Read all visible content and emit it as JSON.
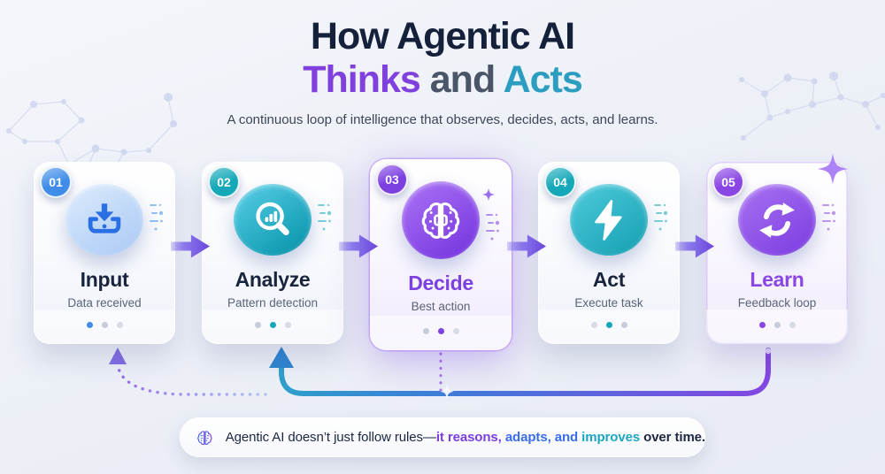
{
  "header": {
    "title_line1": "How Agentic AI",
    "title_line2": [
      {
        "text": "Thinks",
        "color": "#8040dd"
      },
      {
        "text": " and ",
        "color": "#4a5568"
      },
      {
        "text": "Acts",
        "color": "#2b9dc0"
      }
    ],
    "subtitle": "A continuous loop of intelligence that observes, decides, acts, and learns."
  },
  "cards": [
    {
      "number": "01",
      "title": "Input",
      "subtitle": "Data received",
      "accent": "#3f8de8",
      "title_color": "#19243d",
      "icon": "inbox-download-icon",
      "active_dot": 1
    },
    {
      "number": "02",
      "title": "Analyze",
      "subtitle": "Pattern detection",
      "accent": "#14a8b8",
      "title_color": "#19243d",
      "icon": "magnifier-chart-icon",
      "active_dot": 2
    },
    {
      "number": "03",
      "title": "Decide",
      "subtitle": "Best action",
      "accent": "#7c3fe0",
      "title_color": "#7c3fe0",
      "icon": "brain-ai-icon",
      "active_dot": 2
    },
    {
      "number": "04",
      "title": "Act",
      "subtitle": "Execute task",
      "accent": "#14a8b8",
      "title_color": "#19243d",
      "icon": "lightning-icon",
      "active_dot": 2
    },
    {
      "number": "05",
      "title": "Learn",
      "subtitle": "Feedback loop",
      "accent": "#8a46e4",
      "title_color": "#8a46e4",
      "icon": "sync-loop-icon",
      "active_dot": 1
    }
  ],
  "flow": {
    "loop_start_color": "#2f9ecb",
    "loop_mid_color": "#3f7bd9",
    "loop_end_color": "#8347e2",
    "arrow_color": "#6b46dc"
  },
  "banner": {
    "icon": "brain-icon",
    "segments": [
      {
        "text": "Agentic AI doesn’t just follow rules—",
        "color": "#1c2742",
        "weight": "400"
      },
      {
        "text": "it reasons,",
        "color": "#7a3fe0",
        "weight": "700"
      },
      {
        "text": " adapts,",
        "color": "#3a6ee8",
        "weight": "700"
      },
      {
        "text": " and ",
        "color": "#3a6ee8",
        "weight": "700"
      },
      {
        "text": "improves",
        "color": "#1ea5bf",
        "weight": "700"
      },
      {
        "text": " over time.",
        "color": "#1c2742",
        "weight": "700"
      }
    ]
  }
}
